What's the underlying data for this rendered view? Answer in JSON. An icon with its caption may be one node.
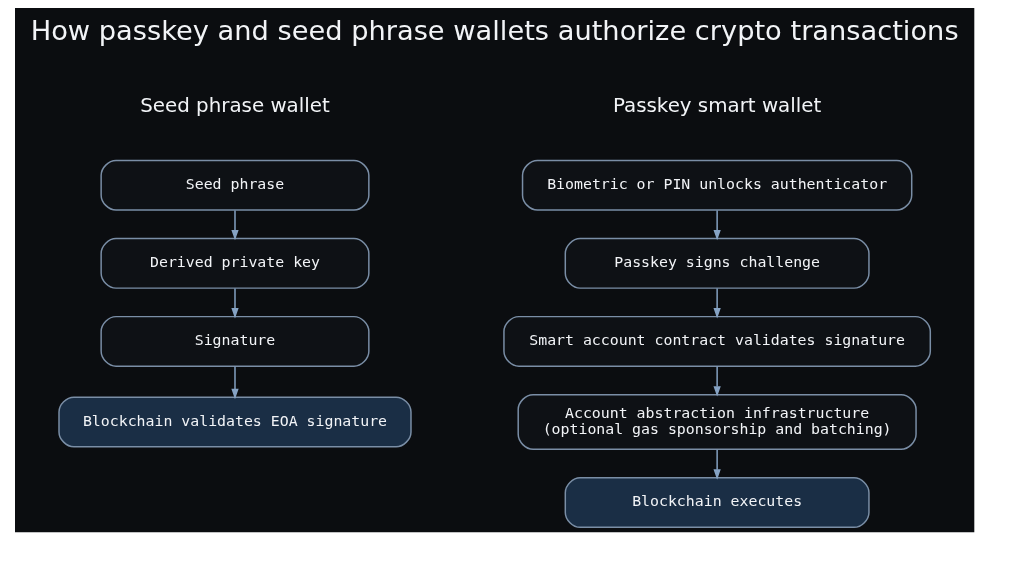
{
  "diagram": {
    "title": "How passkey and seed phrase wallets authorize crypto transactions",
    "nodes": [
      {
        "text": [
          "Seed phrase"
        ]
      },
      {
        "text": [
          "Derived private key"
        ]
      },
      {
        "text": [
          "Signature"
        ]
      },
      {
        "text": [
          "Blockchain validates EOA signature"
        ]
      },
      {
        "text": [
          "Biometric or PIN unlocks authenticator"
        ]
      },
      {
        "text": [
          "Passkey signs challenge"
        ]
      },
      {
        "text": [
          "Smart account contract validates signature"
        ]
      },
      {
        "text": [
          "Account abstraction infrastructure (optional gas sponsorship and batching)"
        ]
      },
      {
        "text": [
          "Blockchain executes"
        ]
      }
    ],
    "edges": [
      {
        "from": 0,
        "to": 1,
        "arrow": "to"
      },
      {
        "from": 1,
        "to": 2,
        "arrow": "to"
      },
      {
        "from": 2,
        "to": 3,
        "arrow": "to"
      },
      {
        "from": 4,
        "to": 5,
        "arrow": "to"
      },
      {
        "from": 5,
        "to": 6,
        "arrow": "to"
      },
      {
        "from": 6,
        "to": 7,
        "arrow": "to"
      },
      {
        "from": 7,
        "to": 8,
        "arrow": "to"
      }
    ],
    "labels": [
      "Seed phrase wallet",
      "Passkey smart wallet"
    ]
  }
}
